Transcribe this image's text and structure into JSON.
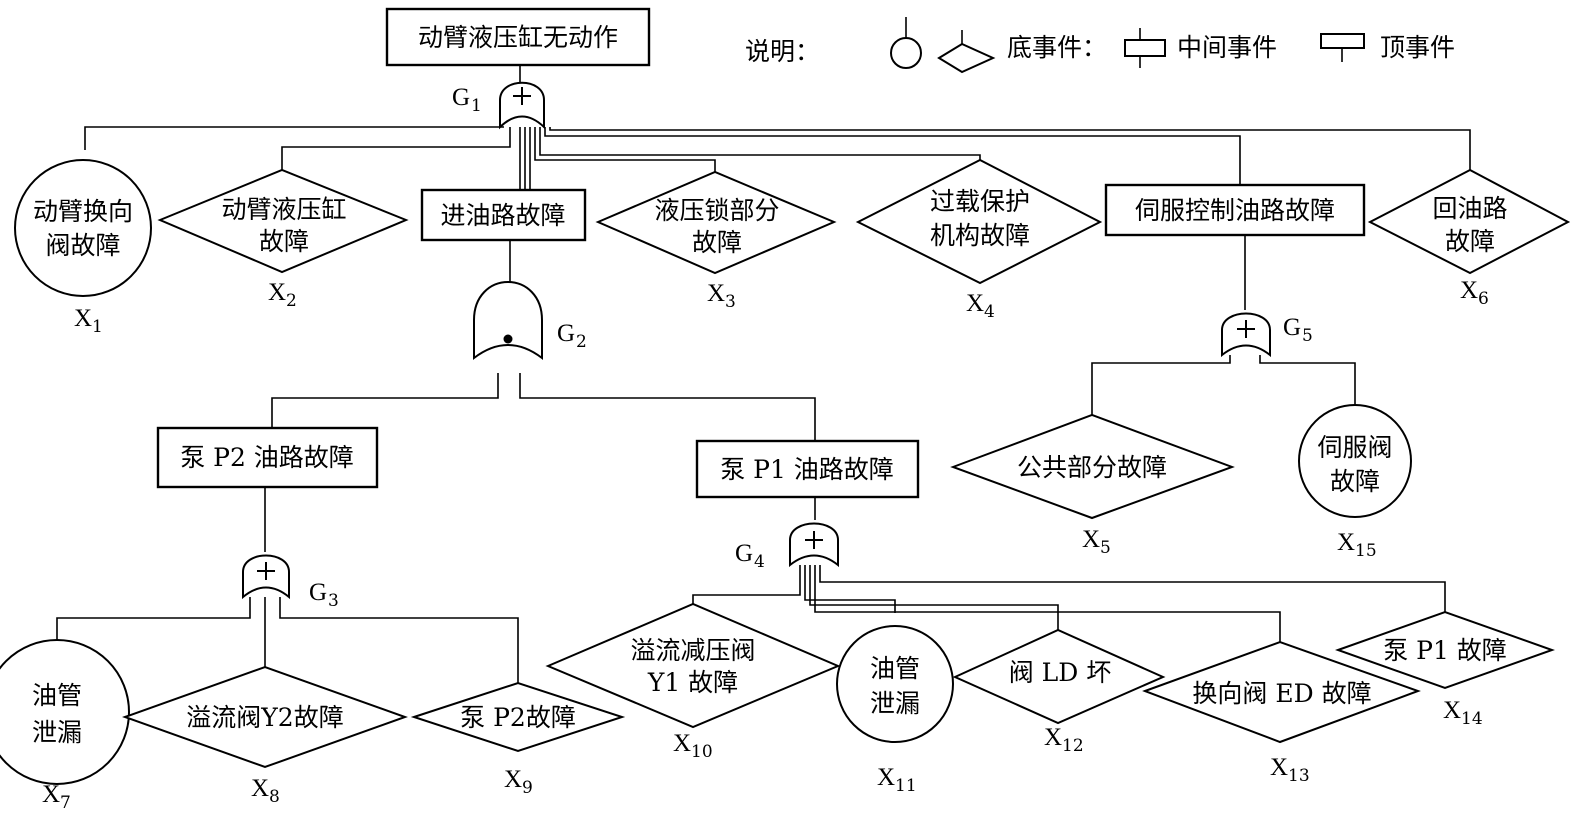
{
  "top_event": "动臂液压缸无动作",
  "legend": {
    "title": "说明：",
    "basic_label": "底事件：",
    "intermediate_label": "中间事件",
    "top_label": "顶事件"
  },
  "gates": [
    {
      "name": "G",
      "sub": "1",
      "type": "or"
    },
    {
      "name": "G",
      "sub": "2",
      "type": "and"
    },
    {
      "name": "G",
      "sub": "3",
      "type": "or"
    },
    {
      "name": "G",
      "sub": "4",
      "type": "or"
    },
    {
      "name": "G",
      "sub": "5",
      "type": "or"
    }
  ],
  "intermediate_events": [
    "进油路故障",
    "伺服控制油路故障",
    "泵 P2 油路故障",
    "泵 P1 油路故障"
  ],
  "basic_events": [
    {
      "code": "X",
      "sub": "1",
      "shape": "circle",
      "lines": [
        "动臂换向",
        "阀故障"
      ]
    },
    {
      "code": "X",
      "sub": "2",
      "shape": "diamond",
      "lines": [
        "动臂液压缸",
        "故障"
      ]
    },
    {
      "code": "X",
      "sub": "3",
      "shape": "diamond",
      "lines": [
        "液压锁部分",
        "故障"
      ]
    },
    {
      "code": "X",
      "sub": "4",
      "shape": "diamond",
      "lines": [
        "过载保护",
        "机构故障"
      ]
    },
    {
      "code": "X",
      "sub": "5",
      "shape": "diamond",
      "lines": [
        "公共部分故障"
      ]
    },
    {
      "code": "X",
      "sub": "6",
      "shape": "diamond",
      "lines": [
        "回油路",
        "故障"
      ]
    },
    {
      "code": "X",
      "sub": "7",
      "shape": "circle",
      "lines": [
        "油管",
        "泄漏"
      ]
    },
    {
      "code": "X",
      "sub": "8",
      "shape": "diamond",
      "lines": [
        "溢流阀Y2故障"
      ]
    },
    {
      "code": "X",
      "sub": "9",
      "shape": "diamond",
      "lines": [
        "泵 P2故障"
      ]
    },
    {
      "code": "X",
      "sub": "10",
      "shape": "diamond",
      "lines": [
        "溢流减压阀",
        "Y1 故障"
      ]
    },
    {
      "code": "X",
      "sub": "11",
      "shape": "circle",
      "lines": [
        "油管",
        "泄漏"
      ]
    },
    {
      "code": "X",
      "sub": "12",
      "shape": "diamond",
      "lines": [
        "阀 LD 坏"
      ]
    },
    {
      "code": "X",
      "sub": "13",
      "shape": "diamond",
      "lines": [
        "换向阀 ED 故障"
      ]
    },
    {
      "code": "X",
      "sub": "14",
      "shape": "diamond",
      "lines": [
        "泵 P1 故障"
      ]
    },
    {
      "code": "X",
      "sub": "15",
      "shape": "circle",
      "lines": [
        "伺服阀",
        "故障"
      ]
    }
  ]
}
